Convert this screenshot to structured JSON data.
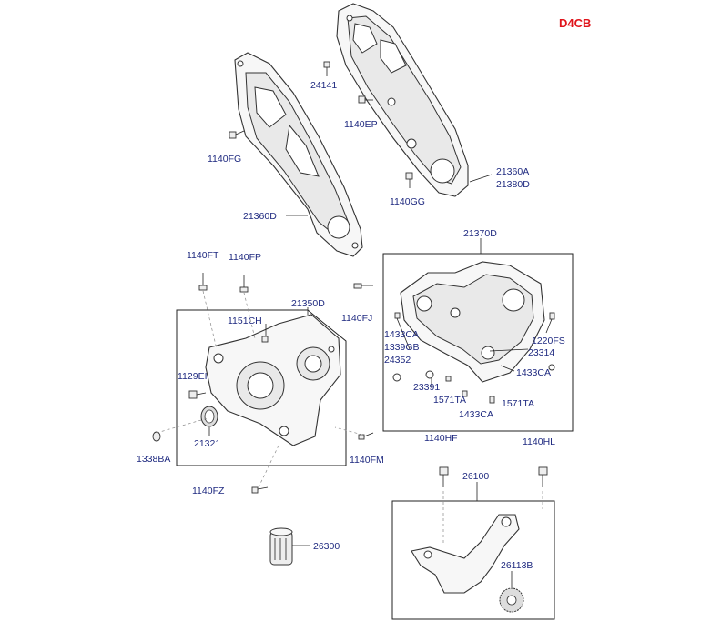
{
  "engine_code": "D4CB",
  "callouts": {
    "c24141": "24141",
    "c1140EP": "1140EP",
    "c1140FG": "1140FG",
    "c21360A": "21360A",
    "c21380D": "21380D",
    "c1140GG": "1140GG",
    "c21360D": "21360D",
    "c21370D": "21370D",
    "c1140FT": "1140FT",
    "c1140FP": "1140FP",
    "c21350D": "21350D",
    "c1151CH": "1151CH",
    "c1140FJ": "1140FJ",
    "c1433CA_a": "1433CA",
    "c1339GB": "1339GB",
    "c24352": "24352",
    "c1220FS": "1220FS",
    "c23314": "23314",
    "c1433CA_b": "1433CA",
    "c23391": "23391",
    "c1571TA_a": "1571TA",
    "c1571TA_b": "1571TA",
    "c1433CA_c": "1433CA",
    "c1129EI": "1129EI",
    "c21321": "21321",
    "c1338BA": "1338BA",
    "c1140FM": "1140FM",
    "c1140HF": "1140HF",
    "c1140HL": "1140HL",
    "c26100": "26100",
    "c1140FZ": "1140FZ",
    "c26300": "26300",
    "c26113B": "26113B"
  }
}
